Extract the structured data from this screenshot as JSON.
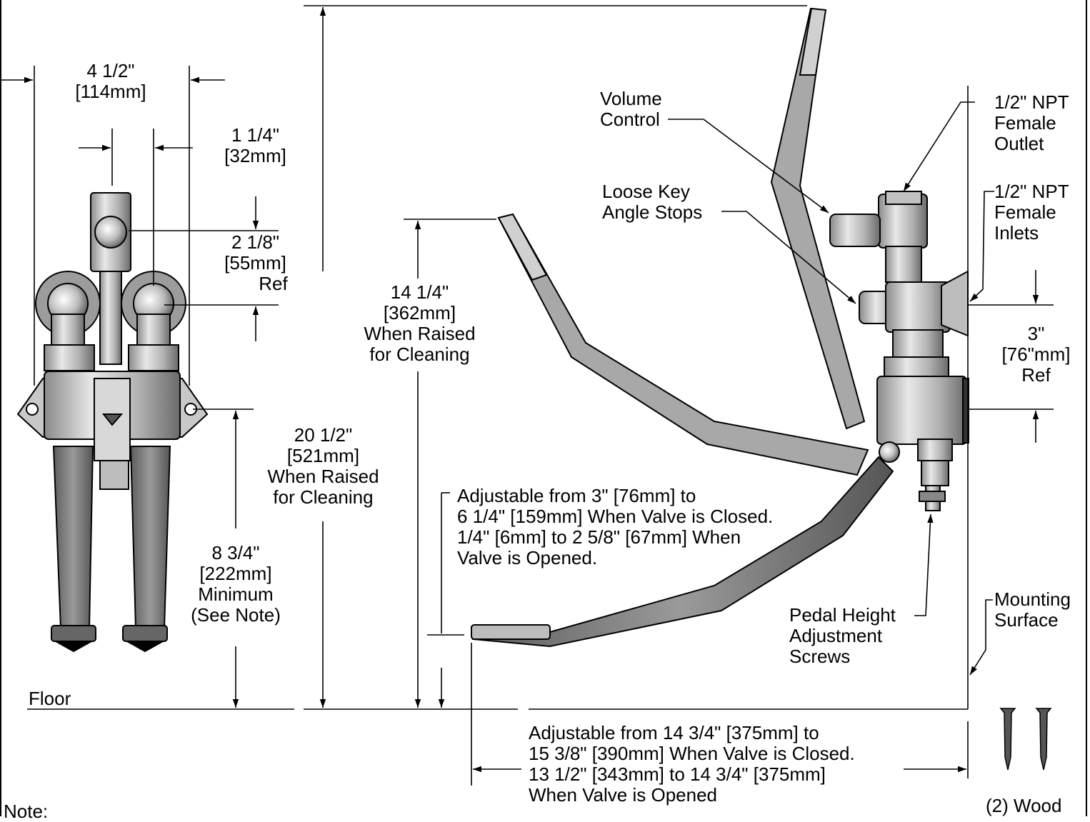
{
  "dims": {
    "width_4_5": {
      "imperial": "4 1/2\"",
      "metric": "114mm"
    },
    "spacing_1_25": {
      "imperial": "1 1/4\"",
      "metric": "32mm"
    },
    "height_2_125": {
      "imperial": "2 1/8\"",
      "metric": "55mm",
      "note": "Ref"
    },
    "raised_20_5": {
      "imperial": "20 1/2\"",
      "metric": "521mm",
      "note1": "When Raised",
      "note2": "for Cleaning"
    },
    "raised_14_25": {
      "imperial": "14 1/4\"",
      "metric": "362mm",
      "note1": "When Raised",
      "note2": "for Cleaning"
    },
    "min_8_75": {
      "imperial": "8 3/4\"",
      "metric": "222mm",
      "note1": "Minimum",
      "note2": "(See Note)"
    },
    "ref_3": {
      "imperial": "3\"",
      "metric": "76\"mm",
      "note": "Ref"
    }
  },
  "callouts": {
    "volume_control": [
      "Volume",
      "Control"
    ],
    "loose_key": [
      "Loose Key",
      "Angle Stops"
    ],
    "outlet": [
      "1/2\" NPT",
      "Female",
      "Outlet"
    ],
    "inlets": [
      "1/2\" NPT",
      "Female",
      "Inlets"
    ],
    "pedal_height": [
      "Pedal Height",
      "Adjustment",
      "Screws"
    ],
    "mounting": [
      "Mounting",
      "Surface"
    ],
    "floor": "Floor",
    "wood": "(2) Wood",
    "note": "Note:"
  },
  "notes": {
    "pedal_adjust": [
      "Adjustable from 3\" [76mm] to",
      "6 1/4\" [159mm] When Valve is Closed.",
      "1/4\" [6mm] to 2 5/8\" [67mm] When",
      "Valve is Opened."
    ],
    "depth_adjust": [
      "Adjustable from 14 3/4\" [375mm] to",
      "15 3/8\" [390mm] When Valve is Closed.",
      "13 1/2\" [343mm] to 14 3/4\" [375mm]",
      "When Valve is Opened"
    ]
  },
  "colors": {
    "line": "#000000",
    "metal": "#b8b8b8",
    "metal_dark": "#6e6e6e",
    "pedal": "#7a7a7a",
    "bg": "#ffffff"
  }
}
